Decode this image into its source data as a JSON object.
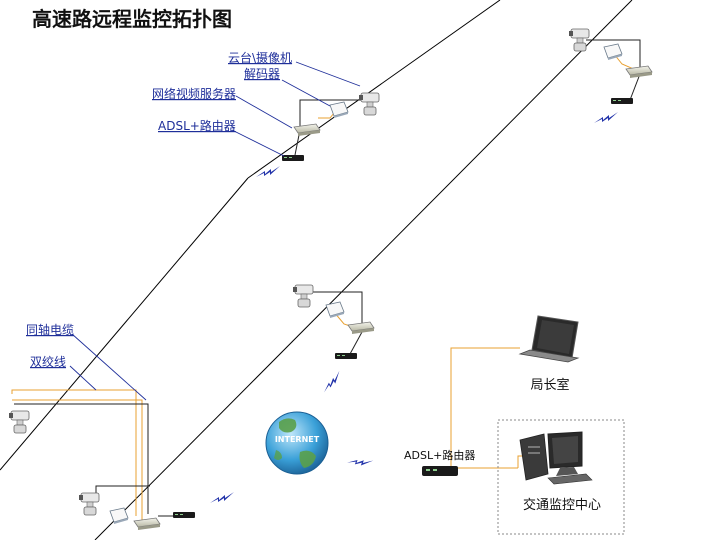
{
  "title": "高速路远程监控拓扑图",
  "callouts": {
    "ptz_camera": "云台\\摄像机",
    "decoder": "解码器",
    "video_server": "网络视频服务器",
    "adsl_router": "ADSL+路由器",
    "coax_cable": "同轴电缆",
    "twisted_pair": "双绞线"
  },
  "labels": {
    "director_office": "局长室",
    "internet": "INTERNET",
    "center_router": "ADSL+路由器",
    "traffic_center": "交通监控中心"
  },
  "colors": {
    "coax": "#e8a030",
    "twisted_pair": "#222222",
    "wireless": "#2233aa",
    "callout_text": "#1f2f9a",
    "globe": "#3aa0d8",
    "land": "#5aa04a"
  }
}
